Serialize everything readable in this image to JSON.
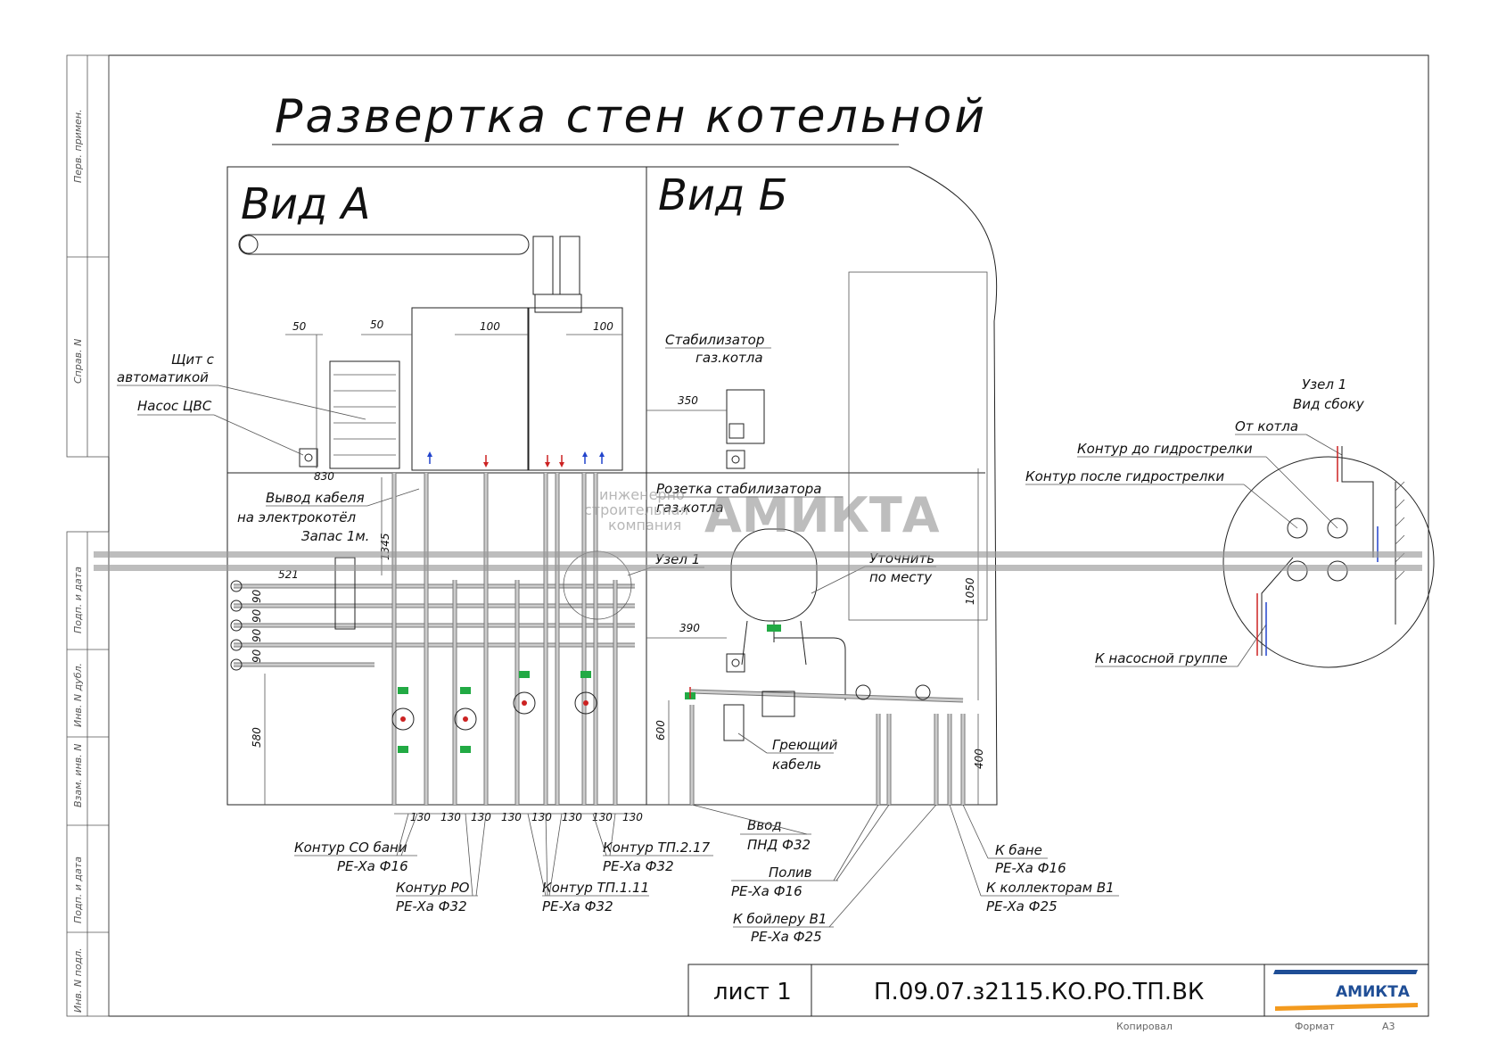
{
  "title": "Развертка стен котельной",
  "views": {
    "a": "Вид А",
    "b": "Вид Б"
  },
  "side_strip": [
    "Перв. примен.",
    "Справ. N",
    "Подп. и дата",
    "Инв. N дубл.",
    "Взам. инв. N",
    "Подп. и дата",
    "Инв. N подл."
  ],
  "labels": {
    "shield_1": "Щит с",
    "shield_2": "автоматикой",
    "pump_dhw": "Насос ЦВС",
    "cable_1": "Вывод кабеля",
    "cable_2": "на электрокотёл",
    "cable_3": "Запас 1м.",
    "stabilizer_1": "Стабилизатор",
    "stabilizer_2": "газ.котла",
    "socket_1": "Розетка стабилизатора",
    "socket_2": "газ.котла",
    "node1": "Узел 1",
    "clarify_1": "Уточнить",
    "clarify_2": "по месту",
    "heating_cable_1": "Греющий",
    "heating_cable_2": "кабель",
    "node1_side_1": "Узел 1",
    "node1_side_2": "Вид сбоку",
    "from_boiler": "От котла",
    "before_sep": "Контур до гидрострелки",
    "after_sep": "Контур после гидрострелки",
    "to_pump": "К насосной группе",
    "c_so_1": "Контур СО бани",
    "c_so_2": "PE-Xa Ф16",
    "c_ro_1": "Контур РО",
    "c_ro_2": "PE-Xa Ф32",
    "c_tp111_1": "Контур ТП.1.11",
    "c_tp111_2": "PE-Xa Ф32",
    "c_tp217_1": "Контур ТП.2.17",
    "c_tp217_2": "PE-Xa Ф32",
    "input_1": "Ввод",
    "input_2": "ПНД Ф32",
    "water_1": "Полив",
    "water_2": "PE-Xa Ф16",
    "boiler_1": "К бойлеру В1",
    "boiler_2": "PE-Xa Ф25",
    "bath_1": "К бане",
    "bath_2": "PE-Xa Ф16",
    "coll_1": "К коллекторам В1",
    "coll_2": "PE-Xa Ф25"
  },
  "dimensions": {
    "d50a": "50",
    "d50b": "50",
    "d100a": "100",
    "d100b": "100",
    "d830": "830",
    "d1345": "1345",
    "d521": "521",
    "d90a": "90",
    "d90b": "90",
    "d90c": "90",
    "d90d": "90",
    "d580": "580",
    "d350": "350",
    "d390": "390",
    "d1050": "1050",
    "d600": "600",
    "d400": "400",
    "d130": [
      "130",
      "130",
      "130",
      "130",
      "130",
      "130",
      "130",
      "130"
    ]
  },
  "watermark": {
    "brand": "АМИКТА",
    "sub_1": "инженерно",
    "sub_2": "строительная",
    "sub_3": "компания"
  },
  "stamp": {
    "sheet": "лист 1",
    "code": "П.09.07.з2115.КО.РО.ТП.ВК",
    "logo": "АМИКТА",
    "copied": "Копировал",
    "format_label": "Формат",
    "format": "А3"
  },
  "colors": {
    "frame": "#222222",
    "pipe": "#777777",
    "red": "#cc2222",
    "blue": "#2244cc",
    "green": "#22aa44",
    "logo_blue": "#1f4e96",
    "logo_orange": "#f39a1e"
  }
}
